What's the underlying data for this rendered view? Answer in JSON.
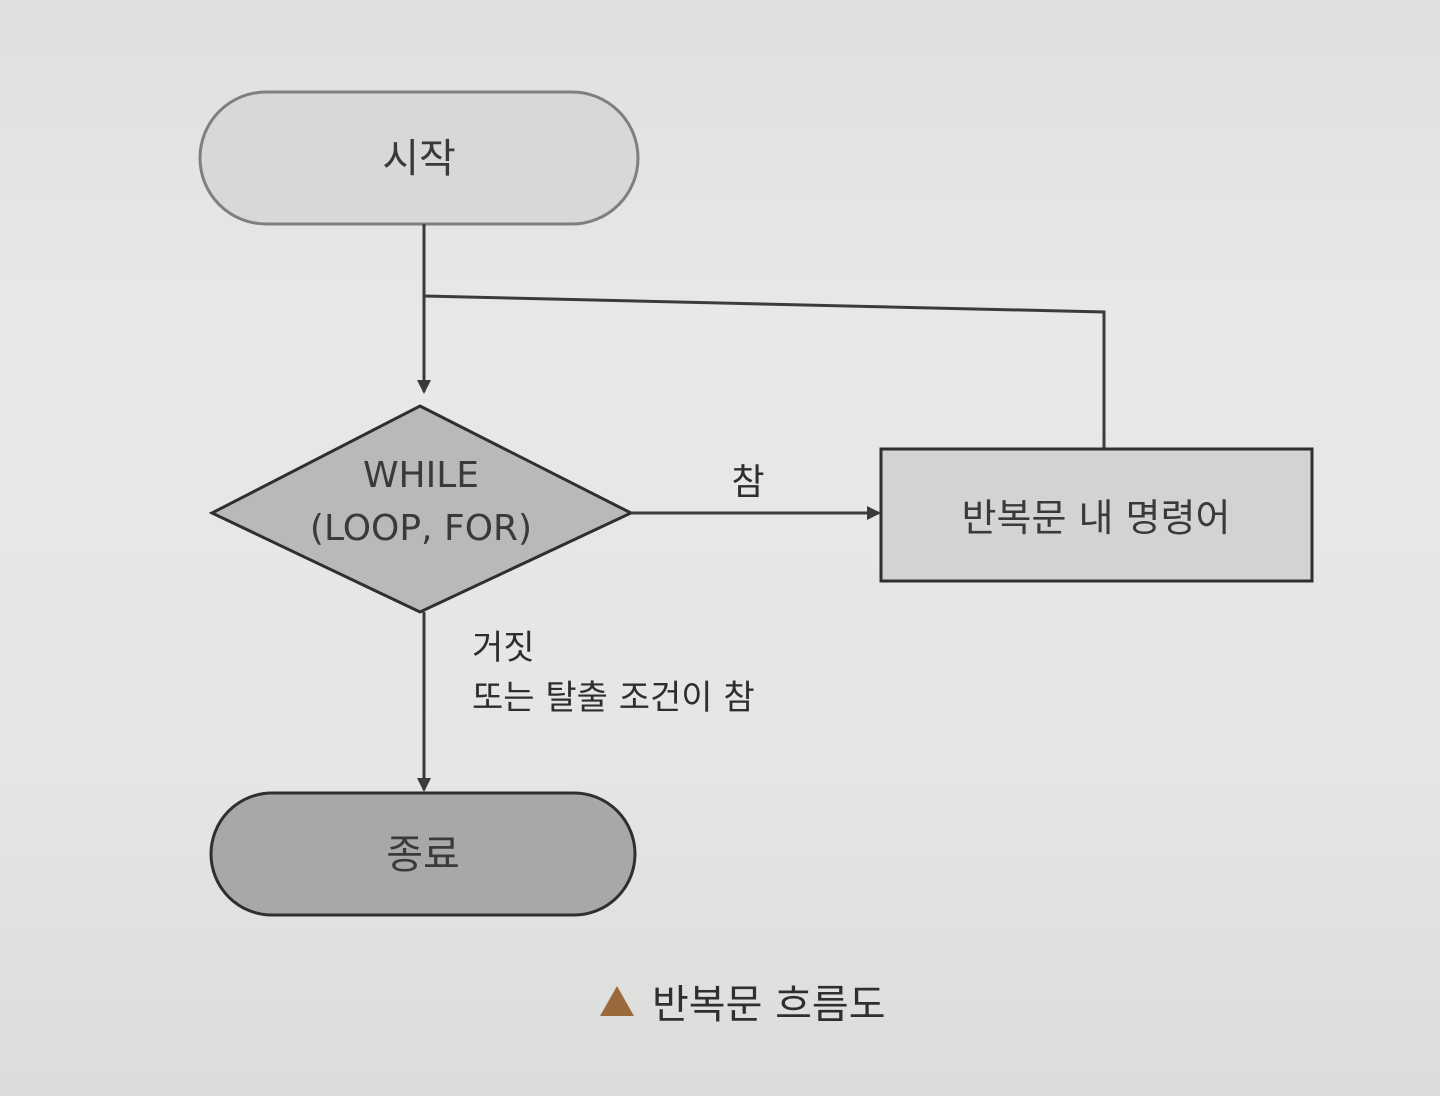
{
  "diagram": {
    "nodes": {
      "start": "시작",
      "decision_line1": "WHILE",
      "decision_line2": "(LOOP, FOR)",
      "process": "반복문 내 명령어",
      "end": "종료"
    },
    "edges": {
      "true_label": "참",
      "false_line1": "거짓",
      "false_line2": "또는 탈출 조건이 참"
    }
  },
  "caption": {
    "marker": "triangle-icon",
    "text": "반복문 흐름도"
  },
  "colors": {
    "start_fill": "#d7d8d7",
    "decision_fill": "#b9bab8",
    "process_fill": "#d2d3d2",
    "end_fill": "#a8a9a7",
    "caption_marker": "#9a6a3c"
  }
}
